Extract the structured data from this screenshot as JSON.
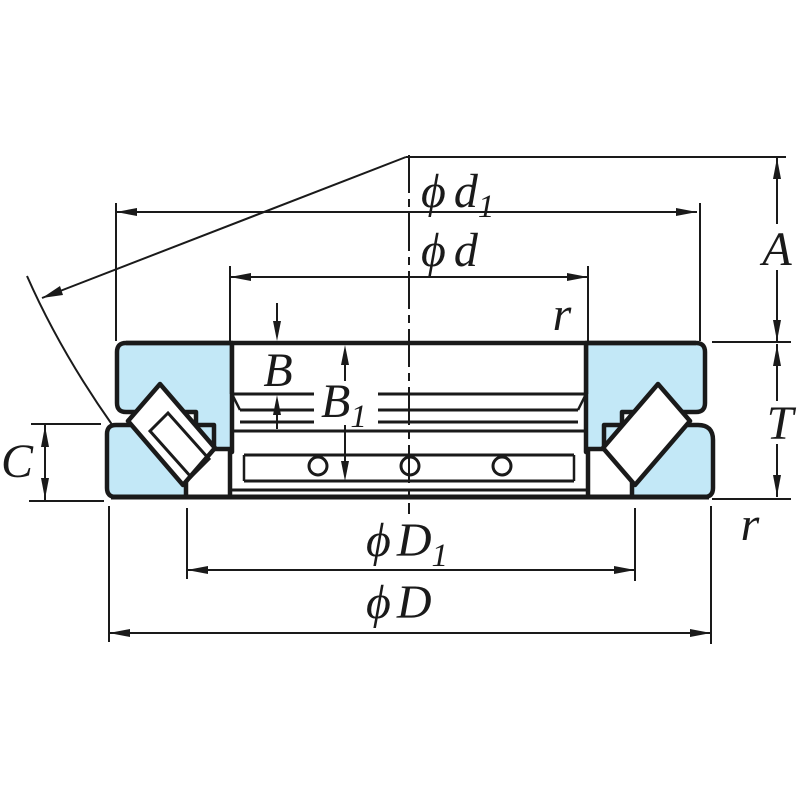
{
  "drawing": {
    "title": "Spherical roller thrust bearing cross-section dimension drawing",
    "labels": {
      "dia_d1": {
        "phi": "ϕ",
        "letter": "d",
        "sub": "1"
      },
      "dia_d": {
        "phi": "ϕ",
        "letter": "d"
      },
      "dim_a": {
        "letter": "A"
      },
      "radius_top": {
        "letter": "r"
      },
      "dim_b": {
        "letter": "B"
      },
      "dim_b1": {
        "letter": "B",
        "sub": "1"
      },
      "dim_t": {
        "letter": "T"
      },
      "dim_c": {
        "letter": "C"
      },
      "dia_D1": {
        "phi": "ϕ",
        "letter": "D",
        "sub": "1"
      },
      "dia_D": {
        "phi": "ϕ",
        "letter": "D"
      },
      "radius_bottom": {
        "letter": "r"
      }
    },
    "colors": {
      "washer_fill": "#c3e8f7",
      "line": "#1a1a1a",
      "background": "#ffffff"
    }
  }
}
